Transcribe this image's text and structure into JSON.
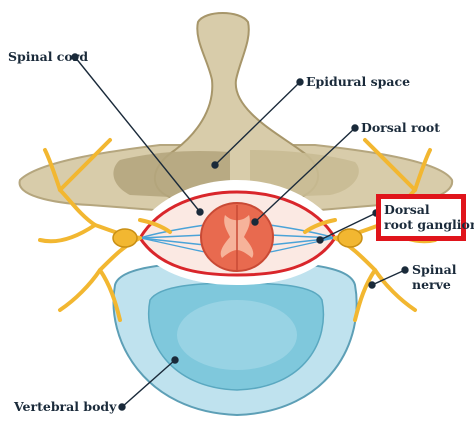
{
  "diagram": {
    "labels": {
      "spinal_cord": "Spinal cord",
      "epidural_space": "Epidural space",
      "dorsal_root": "Dorsal root",
      "dorsal_root_ganglion_line1": "Dorsal",
      "dorsal_root_ganglion_line2": "root ganglion",
      "spinal_nerve_line1": "Spinal",
      "spinal_nerve_line2": "nerve",
      "vertebral_body": "Vertebral body"
    },
    "colors": {
      "bone": "#d8ccaa",
      "bone_shadow": "#b5a67e",
      "spinal_cord": "#e86a4f",
      "dura": "#d9262b",
      "nerve": "#f2b731",
      "disc_outer": "#bfe2ee",
      "disc_inner": "#7fc8dc",
      "highlight": "#e0141b",
      "leader_line": "#1a2a3a"
    }
  }
}
